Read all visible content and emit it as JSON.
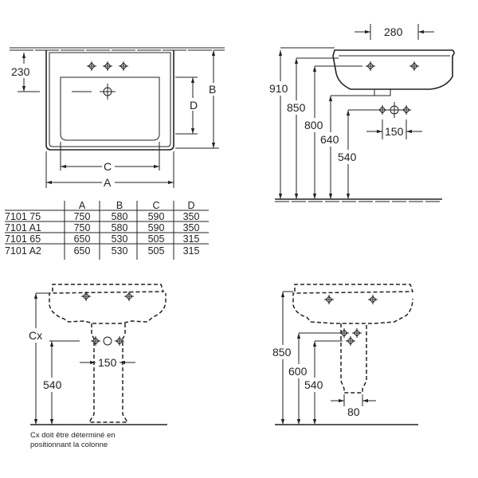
{
  "top_view": {
    "dim_230": "230",
    "dim_A": "A",
    "dim_B": "B",
    "dim_C": "C",
    "dim_D": "D"
  },
  "table": {
    "headers": [
      "",
      "A",
      "B",
      "C",
      "D"
    ],
    "rows": [
      [
        "7101 75",
        "750",
        "580",
        "590",
        "350"
      ],
      [
        "7101 A1",
        "750",
        "580",
        "590",
        "350"
      ],
      [
        "7101 65",
        "650",
        "530",
        "505",
        "315"
      ],
      [
        "7101 A2",
        "650",
        "530",
        "505",
        "315"
      ]
    ]
  },
  "side_view": {
    "dim_280": "280",
    "dim_910": "910",
    "dim_850": "850",
    "dim_800": "800",
    "dim_640": "640",
    "dim_540": "540",
    "dim_150": "150"
  },
  "front_pedestal": {
    "dim_cx": "Cx",
    "dim_540": "540",
    "dim_150": "150",
    "note_line1": "Cx doit être déterminé en",
    "note_line2": "positionnant la colonne"
  },
  "side_pedestal": {
    "dim_850": "850",
    "dim_600": "600",
    "dim_540": "540",
    "dim_80": "80"
  }
}
